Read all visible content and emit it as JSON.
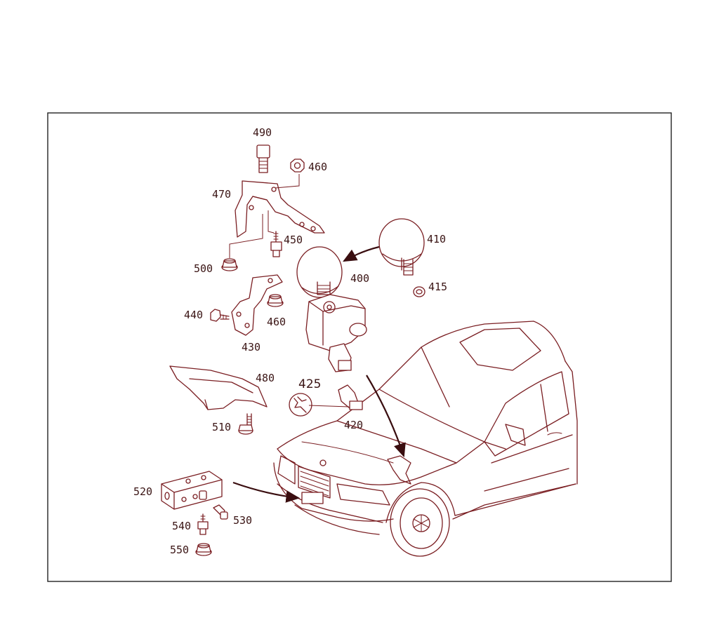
{
  "diagram": {
    "border_color": "#222222",
    "ink_color": "#7a1e22",
    "labels": {
      "p400": "400",
      "p410": "410",
      "p415": "415",
      "p420": "420",
      "p425": "425",
      "p430": "430",
      "p440": "440",
      "p450": "450",
      "p460a": "460",
      "p460b": "460",
      "p470": "470",
      "p480": "480",
      "p490": "490",
      "p500": "500",
      "p510": "510",
      "p520": "520",
      "p530": "530",
      "p540": "540",
      "p550": "550"
    }
  }
}
